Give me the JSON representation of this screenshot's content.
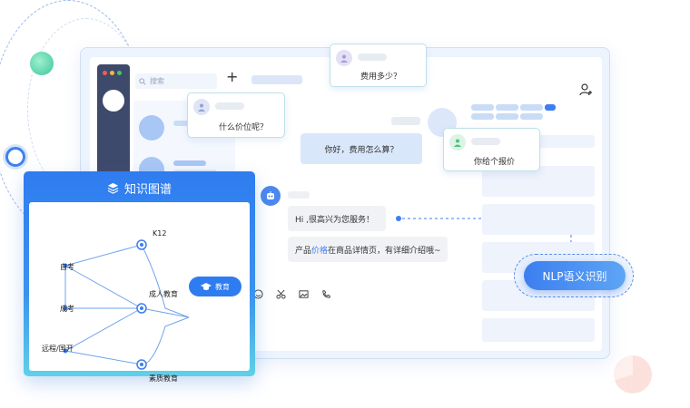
{
  "chat": {
    "search_placeholder": "搜索",
    "add_label": "+",
    "bot_greeting": "Hi ,很高兴为您服务！",
    "bot_reply_prefix": "产品",
    "bot_reply_link": "价格",
    "bot_reply_suffix": "在商品详情页，有详细介绍哦~",
    "user_message": "你好，费用怎么算？"
  },
  "floating_bubbles": {
    "price_question": "什么价位呢？",
    "cost_question": "费用多少？",
    "quote_question": "你给个报价"
  },
  "knowledge_graph": {
    "title": "知识图谱",
    "center": "教育",
    "branches": [
      "K12",
      "成人教育",
      "素质教育"
    ],
    "leaves": [
      "自考",
      "成考",
      "远程/国开"
    ]
  },
  "nlp": {
    "label": "NLP语义识别"
  },
  "colors": {
    "brand_blue": "#2f7cf0",
    "accent_teal": "#5fd1e8",
    "user_bubble": "#d9e7fb",
    "bot_bubble": "#f1f2f5"
  }
}
